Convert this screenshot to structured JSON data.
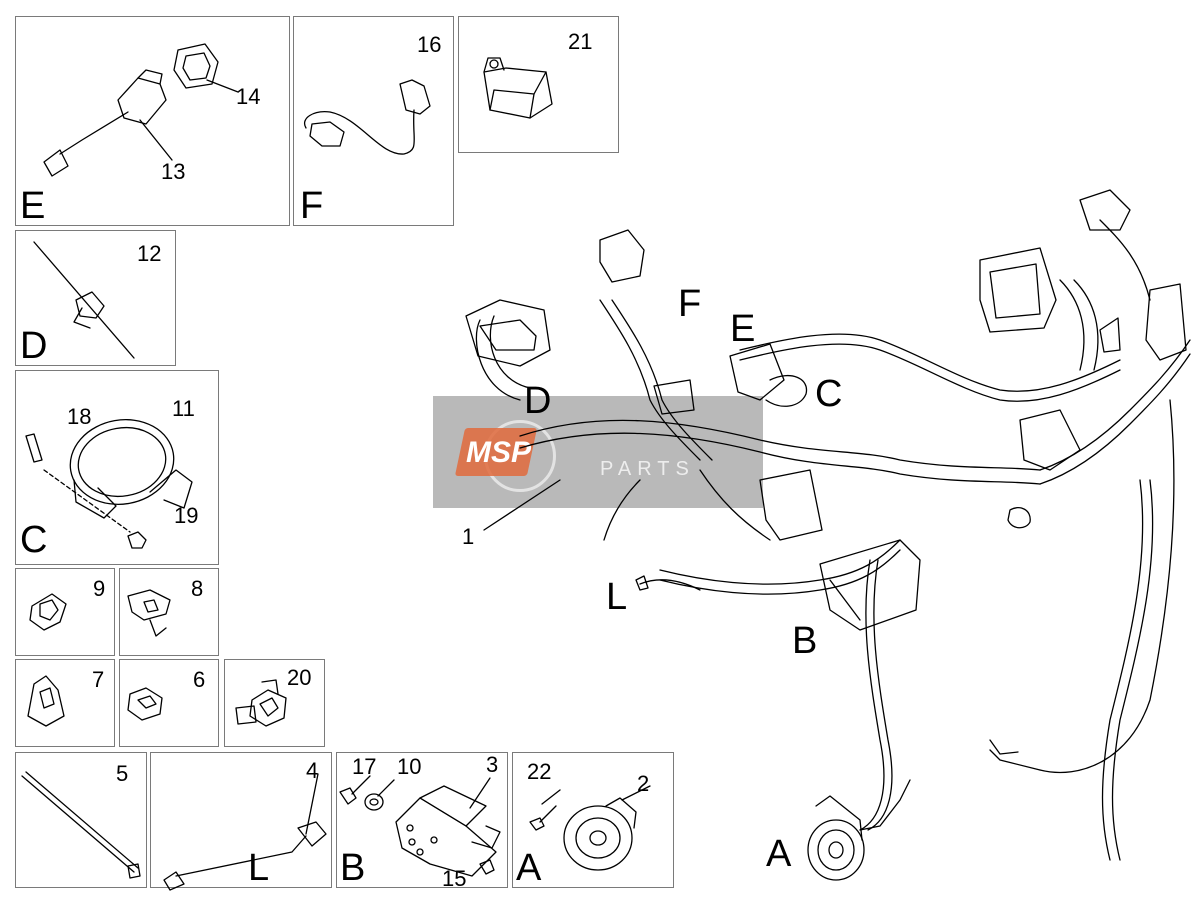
{
  "panels": {
    "E": {
      "letter": "E",
      "parts": [
        "14",
        "13"
      ]
    },
    "F": {
      "letter": "F",
      "parts": [
        "16"
      ]
    },
    "p21": {
      "parts": [
        "21"
      ]
    },
    "D": {
      "letter": "D",
      "parts": [
        "12"
      ]
    },
    "C": {
      "letter": "C",
      "parts": [
        "18",
        "11",
        "19"
      ]
    },
    "p9": {
      "parts": [
        "9"
      ]
    },
    "p8": {
      "parts": [
        "8"
      ]
    },
    "p7": {
      "parts": [
        "7"
      ]
    },
    "p6": {
      "parts": [
        "6"
      ]
    },
    "p20": {
      "parts": [
        "20"
      ]
    },
    "p5": {
      "parts": [
        "5"
      ]
    },
    "L": {
      "letter": "L",
      "parts": [
        "4"
      ]
    },
    "B": {
      "letter": "B",
      "parts": [
        "17",
        "10",
        "3",
        "15"
      ]
    },
    "A": {
      "letter": "A",
      "parts": [
        "22",
        "2"
      ]
    }
  },
  "main_harness": {
    "part_number": "1",
    "callouts": [
      "F",
      "E",
      "D",
      "C",
      "L",
      "B",
      "A"
    ]
  },
  "watermark": {
    "logo_text": "MSP",
    "text": "PARTS"
  },
  "colors": {
    "line": "#000000",
    "panel_border": "#7a7a7a",
    "watermark_bg": "#808080",
    "watermark_logo": "#e06a3c"
  }
}
